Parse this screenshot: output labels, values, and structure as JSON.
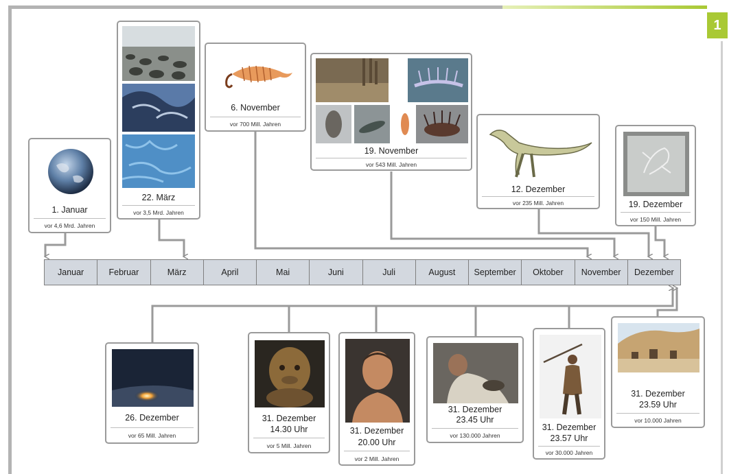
{
  "page_number": "1",
  "months": [
    "Januar",
    "Februar",
    "März",
    "April",
    "Mai",
    "Juni",
    "Juli",
    "August",
    "September",
    "Oktober",
    "November",
    "Dezember"
  ],
  "cards": {
    "januar": {
      "title": "1. Januar",
      "sub": "vor 4,6 Mrd. Jahren"
    },
    "maerz": {
      "title": "22. März",
      "sub": "vor 3,5 Mrd. Jahren"
    },
    "nov6": {
      "title": "6. November",
      "sub": "vor 700 Mill. Jahren"
    },
    "nov19": {
      "title": "19. November",
      "sub": "vor 543 Mill. Jahren"
    },
    "dez12": {
      "title": "12. Dezember",
      "sub": "vor 235 Mill. Jahren"
    },
    "dez19": {
      "title": "19. Dezember",
      "sub": "vor 150 Mill. Jahren"
    },
    "dez26": {
      "title": "26. Dezember",
      "sub": "vor 65 Mill. Jahren"
    },
    "dez31a": {
      "title": "31. Dezember",
      "time": "14.30 Uhr",
      "sub": "vor 5 Mill. Jahren"
    },
    "dez31b": {
      "title": "31. Dezember",
      "time": "20.00 Uhr",
      "sub": "vor 2 Mill. Jahren"
    },
    "dez31c": {
      "title": "31. Dezember",
      "time": "23.45 Uhr",
      "sub": "vor 130.000 Jahren"
    },
    "dez31d": {
      "title": "31. Dezember",
      "time": "23.57 Uhr",
      "sub": "vor 30.000 Jahren"
    },
    "dez31e": {
      "title": "31. Dezember",
      "time": "23.59 Uhr",
      "sub": "vor 10.000 Jahren"
    }
  },
  "colors": {
    "timeline_fill": "#d3d8df",
    "connector": "#8f8f8f",
    "accent": "#a9c934",
    "frame": "#b3b3b3"
  }
}
